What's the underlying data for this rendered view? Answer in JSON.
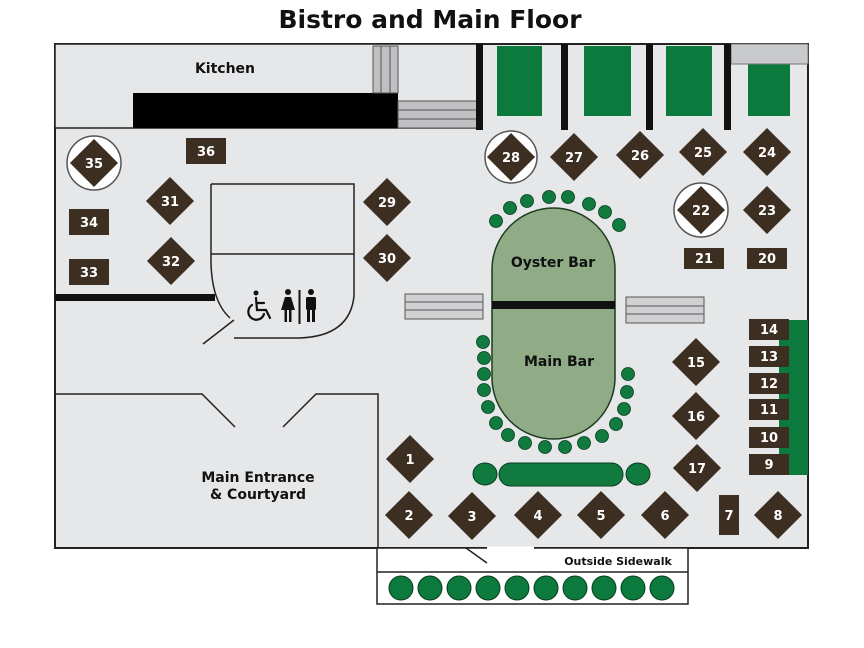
{
  "title": "Bistro and Main Floor",
  "labels": {
    "kitchen": "Kitchen",
    "oyster_bar": "Oyster Bar",
    "main_bar": "Main Bar",
    "entrance_line1": "Main Entrance",
    "entrance_line2": "& Courtyard",
    "sidewalk": "Outside Sidewalk"
  },
  "tables": {
    "diamond": [
      "1",
      "2",
      "3",
      "4",
      "5",
      "6",
      "8",
      "15",
      "16",
      "17",
      "23",
      "24",
      "25",
      "26",
      "27",
      "29",
      "30",
      "31",
      "32"
    ],
    "round": [
      "22",
      "28",
      "35"
    ],
    "square": [
      "7",
      "9",
      "10",
      "11",
      "12",
      "13",
      "14",
      "20",
      "21",
      "33",
      "34",
      "36"
    ]
  },
  "restroom_icons": [
    "wheelchair-icon",
    "woman-icon",
    "man-icon"
  ],
  "colors": {
    "floor": "#e6e7e9",
    "wall": "#222222",
    "table": "#3d2e22",
    "table_text": "#ffffff",
    "bar": "#8fac87",
    "booth": "#0c7a3c",
    "stool": "#117a3e",
    "bench": "#cfd0d2",
    "round_outline": "#555555"
  }
}
